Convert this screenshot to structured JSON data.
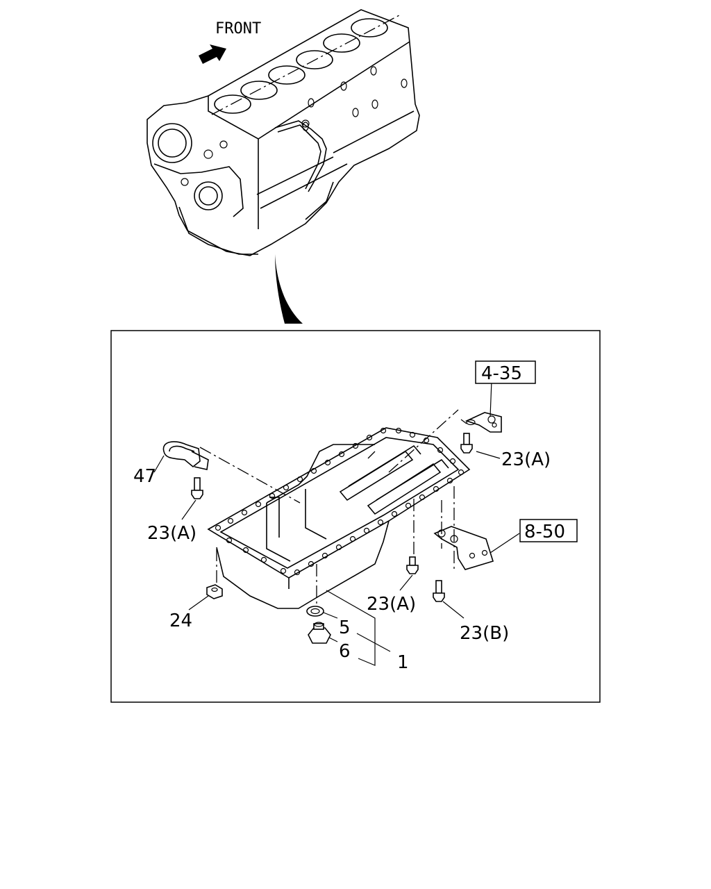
{
  "direction": {
    "label": "FRONT"
  },
  "callouts": {
    "ref_4_35": "4-35",
    "ref_8_50": "8-50",
    "p47": "47",
    "p23a_left": "23(A)",
    "p23a_top": "23(A)",
    "p23a_mid": "23(A)",
    "p23b": "23(B)",
    "p24": "24",
    "p5": "5",
    "p6": "6",
    "p1": "1"
  }
}
